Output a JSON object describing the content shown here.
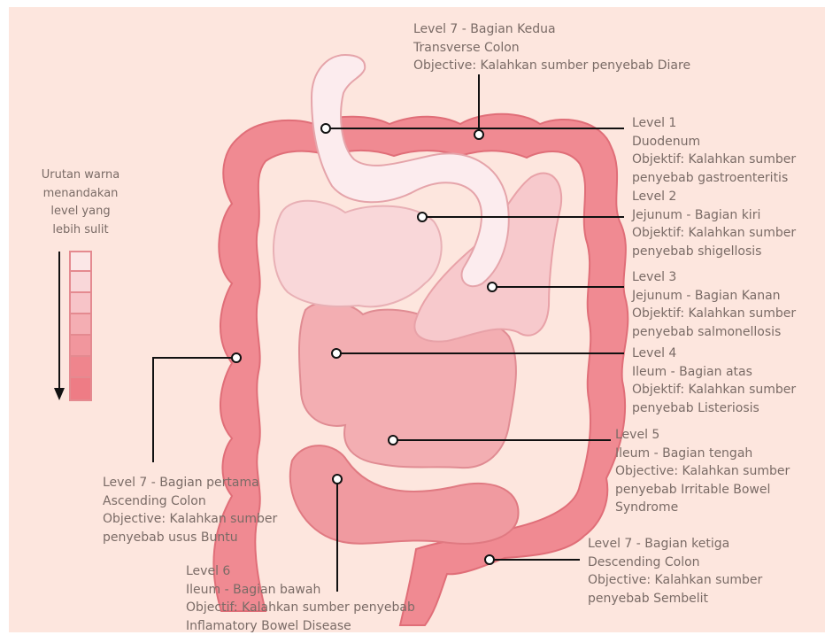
{
  "legend": {
    "caption_lines": [
      "Urutan warna",
      "menandakan",
      "level yang",
      "lebih sulit"
    ],
    "swatch_colors": [
      "#fbe7e7",
      "#f9d7d9",
      "#f7c4c8",
      "#f4aeb3",
      "#f1969d",
      "#ee7c85"
    ]
  },
  "labels": {
    "level7_transverse": [
      "Level 7 - Bagian Kedua",
      "Transverse Colon",
      "Objective: Kalahkan sumber penyebab Diare"
    ],
    "level1": [
      "Level 1",
      "Duodenum",
      "Objektif: Kalahkan sumber",
      "penyebab gastroenteritis"
    ],
    "level2": [
      "Level 2",
      "Jejunum - Bagian kiri",
      "Objektif: Kalahkan sumber",
      "penyebab shigellosis"
    ],
    "level3": [
      "Level 3",
      "Jejunum - Bagian Kanan",
      "Objektif: Kalahkan sumber",
      "penyebab salmonellosis"
    ],
    "level4": [
      "Level 4",
      "Ileum - Bagian atas",
      "Objektif: Kalahkan sumber",
      "penyebab Listeriosis"
    ],
    "level5": [
      "Level 5",
      "Ileum - Bagian tengah",
      "Objective: Kalahkan sumber",
      "penyebab Irritable Bowel",
      "Syndrome"
    ],
    "level7_ascending": [
      "Level 7 - Bagian pertama",
      "Ascending Colon",
      "Objective: Kalahkan sumber",
      "penyebab usus Buntu"
    ],
    "level6": [
      "Level 6",
      "Ileum - Bagian bawah",
      "Objectif: Kalahkan sumber penyebab",
      "Inflamatory Bowel Disease"
    ],
    "level7_descending": [
      "Level 7 - Bagian ketiga",
      "Descending Colon",
      "Objective: Kalahkan sumber",
      "penyebab Sembelit"
    ]
  },
  "colors": {
    "colon": "#f08a92",
    "colon_outline": "#e06e78",
    "duodenum": "#fcecee",
    "jejunum": "#f7c9cc",
    "ileum": "#f3aeb2",
    "ileum_lower": "#f09aa0",
    "leader_line": "#111111",
    "text": "#7a6b66"
  }
}
